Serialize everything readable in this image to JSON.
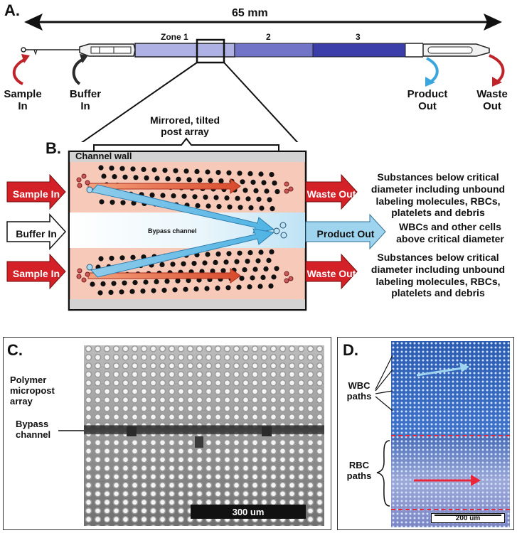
{
  "panels": {
    "a": "A.",
    "b": "B.",
    "c": "C.",
    "d": "D."
  },
  "panel_a": {
    "length_label": "65 mm",
    "zones": [
      "Zone 1",
      "2",
      "3"
    ],
    "ports": {
      "sample_in": [
        "Sample",
        "In"
      ],
      "buffer_in": [
        "Buffer",
        "In"
      ],
      "product_out": [
        "Product",
        "Out"
      ],
      "waste_out": [
        "Waste",
        "Out"
      ]
    },
    "colors": {
      "zone1": "#aeb1e3",
      "zone2": "#7274c8",
      "zone3": "#3b3da8",
      "inflow_arrow": "#c0242b",
      "outflow_arrow": "#3aa6de"
    }
  },
  "panel_b": {
    "array_label": [
      "Mirrored, tilted",
      "post array"
    ],
    "channel_wall": "Channel wall",
    "bypass_channel": "Bypass channel",
    "inputs": [
      "Sample In",
      "Buffer In",
      "Sample In"
    ],
    "outputs": [
      "Waste Out",
      "Product Out",
      "Waste Out"
    ],
    "descriptions": [
      [
        "Substances below critical",
        "diameter including unbound",
        "labeling molecules, RBCs,",
        "platelets and debris"
      ],
      [
        "WBCs and other cells",
        "above critical diameter"
      ],
      [
        "Substances below critical",
        "diameter including unbound",
        "labeling molecules, RBCs,",
        "platelets and debris"
      ]
    ],
    "colors": {
      "sample_flow": "#f7c9b8",
      "bypass": "#cfeaf7",
      "red_arrow": "#d42027",
      "blue_arrow": "#9fd4ef",
      "posts": "#111111"
    }
  },
  "panel_c": {
    "labels": {
      "array": [
        "Polymer",
        "micropost",
        "array"
      ],
      "bypass": [
        "Bypass",
        "channel"
      ]
    },
    "scale_bar": "300 um"
  },
  "panel_d": {
    "labels": {
      "wbc": [
        "WBC",
        "paths"
      ],
      "rbc": [
        "RBC",
        "paths"
      ]
    },
    "scale_bar": "200 um"
  }
}
